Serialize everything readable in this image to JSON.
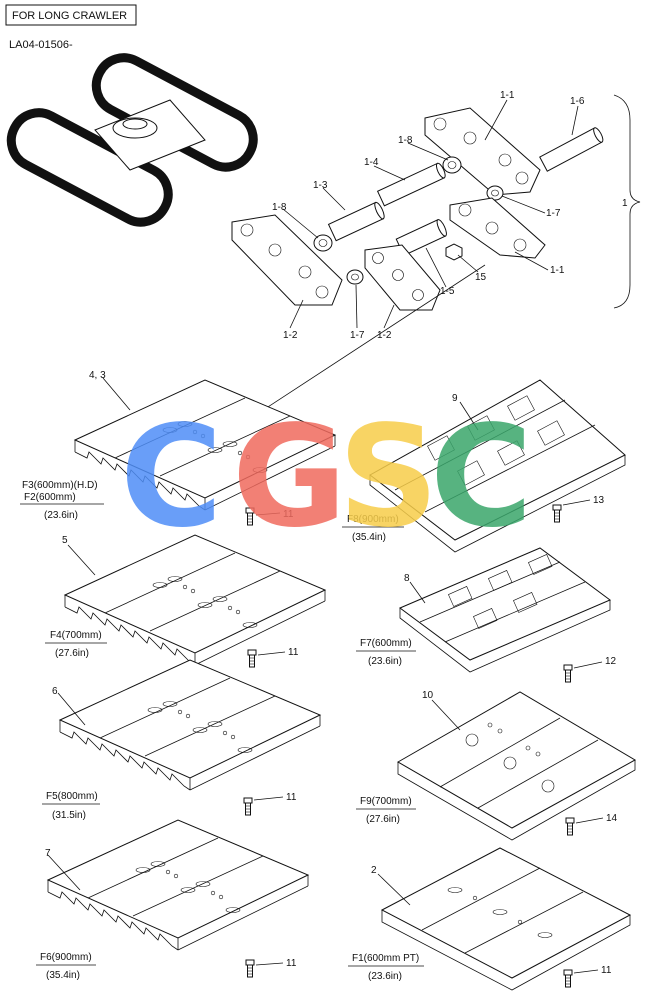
{
  "header": {
    "title": "FOR LONG CRAWLER",
    "code": "LA04-01506-"
  },
  "callouts": {
    "c1_1a": "1-1",
    "c1_6": "1-6",
    "c1_8a": "1-8",
    "c1_4": "1-4",
    "c1_3": "1-3",
    "c1_8b": "1-8",
    "c1_7a": "1-7",
    "c1_1b": "1-1",
    "c15": "15",
    "c1_5": "1-5",
    "c1_2a": "1-2",
    "c1_7b": "1-7",
    "c1_2b": "1-2",
    "c1": "1",
    "c43": "4, 3",
    "c9": "9",
    "c13": "13",
    "c11a": "11",
    "c5": "5",
    "c8": "8",
    "c11b": "11",
    "c12": "12",
    "c6": "6",
    "c10": "10",
    "c11c": "11",
    "c14": "14",
    "c7": "7",
    "c2": "2",
    "c11d": "11",
    "c11e": "11"
  },
  "shoes": {
    "f3_line1": "F3(600mm)(H.D)",
    "f3_line2": "F2(600mm)",
    "f3_in": "(23.6in)",
    "f8": "F8(900mm)",
    "f8_in": "(35.4in)",
    "f4": "F4(700mm)",
    "f4_in": "(27.6in)",
    "f7": "F7(600mm)",
    "f7_in": "(23.6in)",
    "f5": "F5(800mm)",
    "f5_in": "(31.5in)",
    "f9": "F9(700mm)",
    "f9_in": "(27.6in)",
    "f6": "F6(900mm)",
    "f6_in": "(35.4in)",
    "f1": "F1(600mm PT)",
    "f1_in": "(23.6in)"
  },
  "watermark": {
    "letters": [
      "C",
      "G",
      "S",
      "C"
    ],
    "colors": [
      "#4f8ef7",
      "#f06a5e",
      "#f7cd4a",
      "#3aa66b"
    ]
  }
}
